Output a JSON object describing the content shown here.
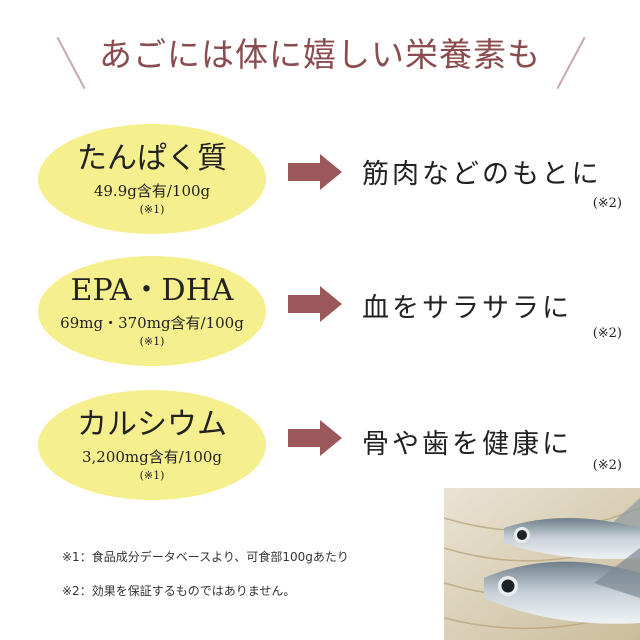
{
  "title": "あごには体に嬉しい栄養素も",
  "items": [
    {
      "name": "たんぱく質",
      "amount": "49.9g含有/100g",
      "note": "(※1)",
      "effect": "筋肉などのもとに",
      "effect_note": "(※2)"
    },
    {
      "name": "EPA・DHA",
      "amount": "69mg・370mg含有/100g",
      "note": "(※1)",
      "effect": "血をサラサラに",
      "effect_note": "(※2)"
    },
    {
      "name": "カルシウム",
      "amount": "3,200mg含有/100g",
      "note": "(※1)",
      "effect": "骨や歯を健康に",
      "effect_note": "(※2)"
    }
  ],
  "footnotes": [
    "※1：食品成分データベースより、可食部100gあたり",
    "※2：効果を保証するものではありません。"
  ],
  "colors": {
    "title": "#8a4c4f",
    "oval": "#f6ef8e",
    "arrow": "#9a585b",
    "text": "#222222"
  },
  "icons": {
    "arrow": "right-arrow-icon",
    "photo": "flying-fish-on-basket"
  }
}
